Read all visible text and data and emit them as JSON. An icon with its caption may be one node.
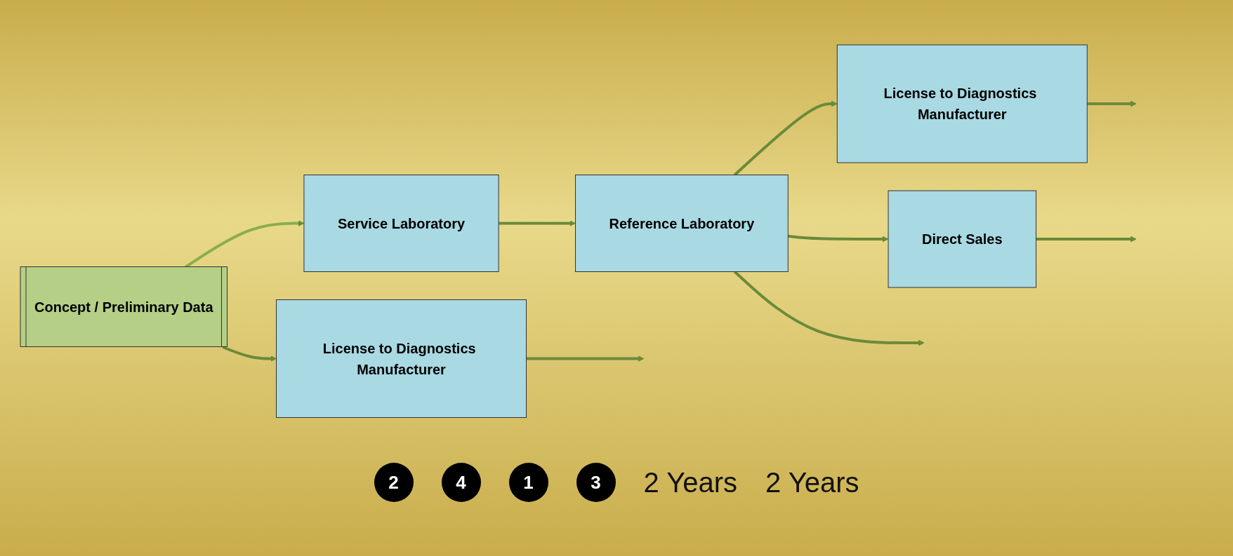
{
  "diagram": {
    "nodes": [
      {
        "text": [
          "Concept / Preliminary Data"
        ]
      },
      {
        "text": [
          "Service Laboratory"
        ]
      },
      {
        "text": [
          "Reference Laboratory"
        ]
      },
      {
        "text": [
          "License to Diagnostics Manufacturer"
        ]
      },
      {
        "text": [
          "Direct Sales"
        ]
      },
      {
        "text": [
          "License to Diagnostics Manufacturer"
        ]
      }
    ],
    "edges": [
      {
        "from": 0,
        "to": 1,
        "arrow": "to",
        "color": "#8aae4a"
      },
      {
        "from": 1,
        "to": 2,
        "arrow": "to"
      },
      {
        "from": 2,
        "to": null,
        "arrow": "to"
      },
      {
        "from": 2,
        "to": 3,
        "arrow": "to"
      },
      {
        "from": 3,
        "to": null,
        "arrow": "to"
      },
      {
        "from": 2,
        "to": 4,
        "arrow": "to"
      },
      {
        "from": 4,
        "to": null,
        "arrow": "to"
      },
      {
        "from": 0,
        "to": 5,
        "arrow": "to"
      },
      {
        "from": 5,
        "to": null,
        "arrow": "to"
      }
    ],
    "labels": [
      "2",
      "4",
      "1",
      "3",
      "2 Years",
      "2 Years"
    ]
  }
}
